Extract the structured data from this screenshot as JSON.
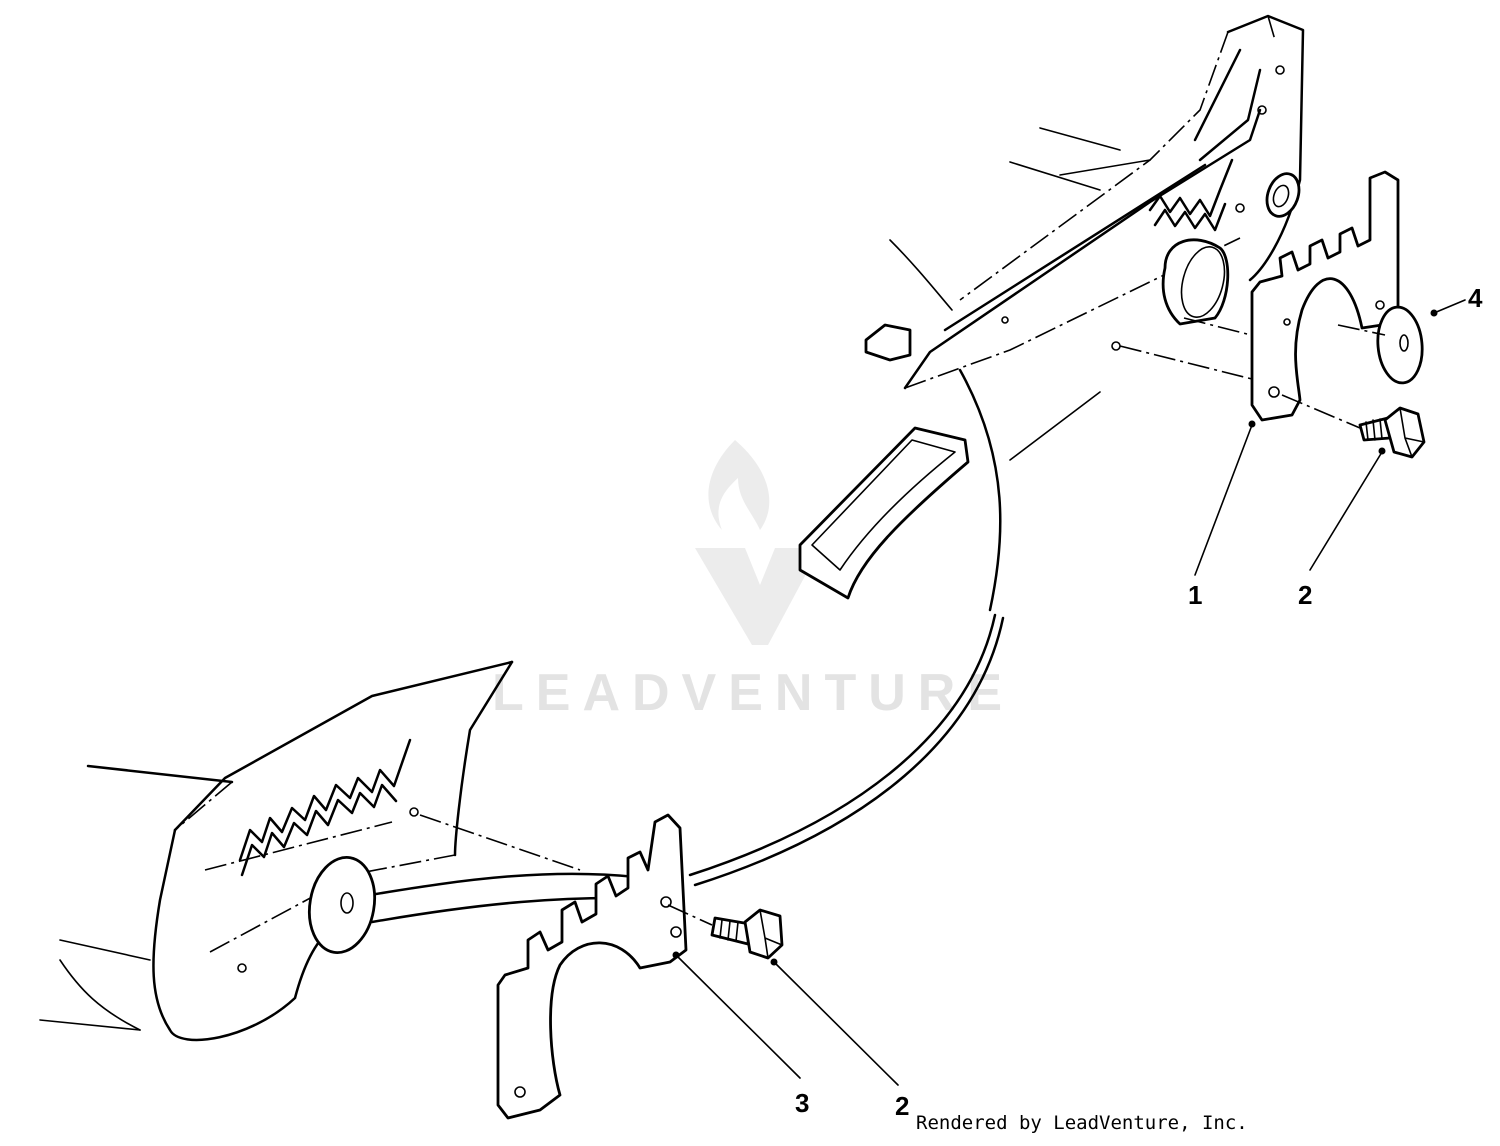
{
  "callouts": [
    {
      "label": "1"
    },
    {
      "label": "2"
    },
    {
      "label": "4"
    },
    {
      "label": "3"
    },
    {
      "label": "2"
    }
  ],
  "watermark": {
    "text": "LEADVENTURE",
    "icon": "flame-v-logo"
  },
  "credit": "Rendered by LeadVenture, Inc."
}
